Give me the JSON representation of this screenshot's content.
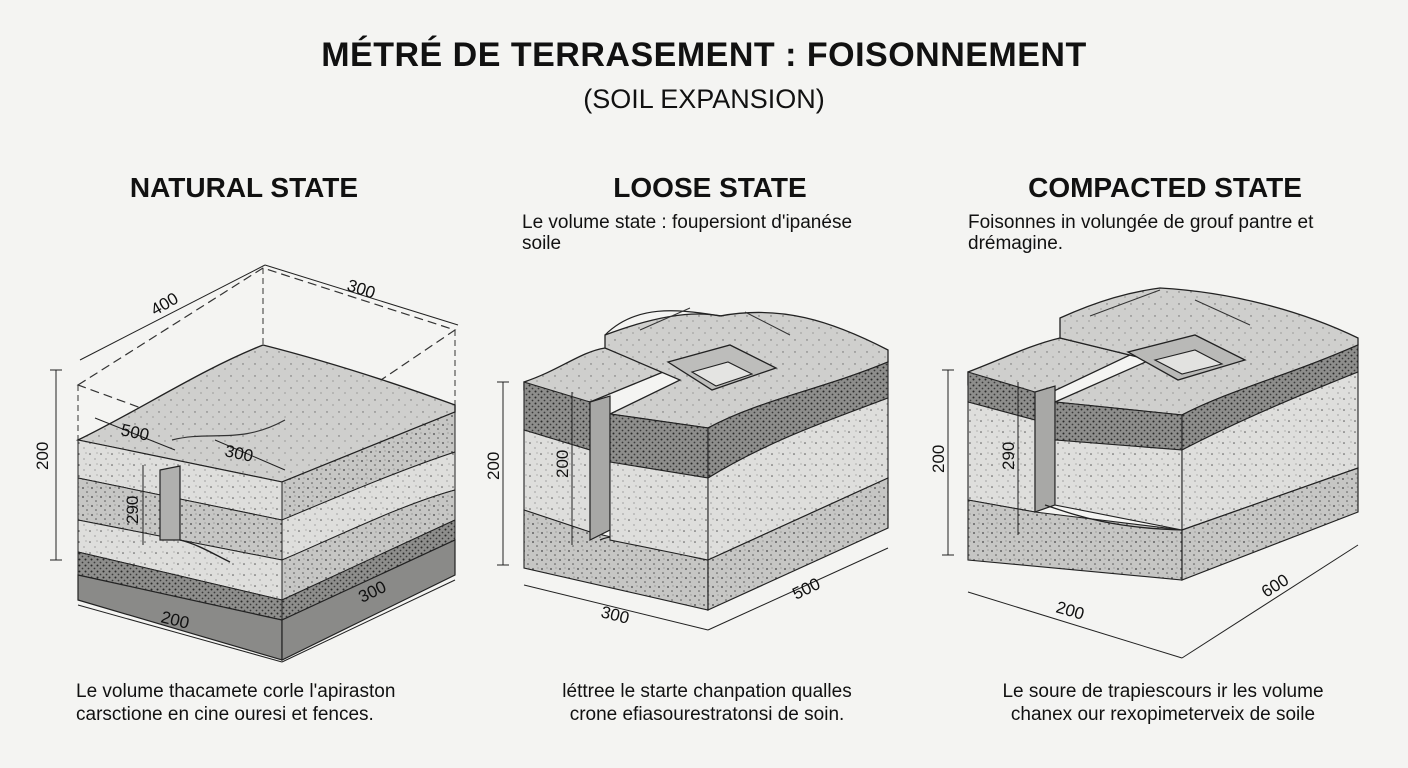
{
  "title": "MÉTRÉ DE TERRASEMENT : FOISONNEMENT",
  "subtitle": "(SOIL EXPANSION)",
  "panels": [
    {
      "heading": "NATURAL STATE",
      "description": "",
      "caption_line1": "Le volume thacamete corle l'apiraston",
      "caption_line2": "carsctione en cine ouresi et fences.",
      "dims": {
        "top_left": "400",
        "top_right": "300",
        "inner_a": "500",
        "inner_b": "300",
        "left_height": "200",
        "inner_height": "290",
        "bottom_left": "200",
        "bottom_right": "300"
      }
    },
    {
      "heading": "LOOSE STATE",
      "description_line1": "Le volume state : foupersiont d'ipanése",
      "description_line2": "soile",
      "caption_line1": "léttree le starte chanpation qualles",
      "caption_line2": "crone efiasourestratonsi de soin.",
      "dims": {
        "left_height": "200",
        "inner_height": "200",
        "bottom_left": "300",
        "bottom_right": "500"
      }
    },
    {
      "heading": "COMPACTED STATE",
      "description_line1": "Foisonnes in volungée de grouf pantre et",
      "description_line2": "drémagine.",
      "caption_line1": "Le soure de trapiescours ir les volume",
      "caption_line2": "chanex our rexopimeterveix de soile",
      "dims": {
        "left_height": "200",
        "inner_height": "290",
        "bottom_left": "200",
        "bottom_right": "600"
      }
    }
  ],
  "colors": {
    "background": "#f4f4f2",
    "soil_light": "#dcdcda",
    "soil_mid": "#c4c4c2",
    "soil_dark": "#9a9a98",
    "ink": "#111111"
  }
}
